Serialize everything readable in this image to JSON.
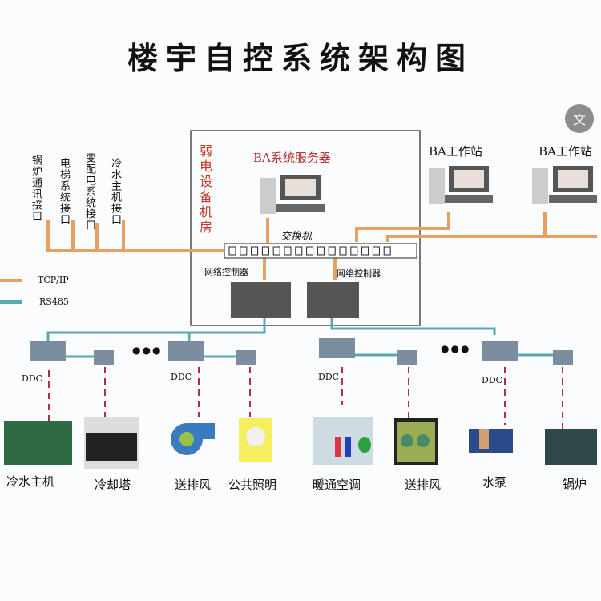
{
  "title": "楼宇自控系统架构图",
  "interfaces": [
    "锅炉通讯接口",
    "电梯系统接口",
    "变配电系统接口",
    "冷水主机接口"
  ],
  "legend": [
    {
      "label": "TCP/IP",
      "color": "#e8a060"
    },
    {
      "label": "RS485",
      "color": "#5aa8b0"
    }
  ],
  "room_label": "弱电设备机房",
  "server_label": "BA系统服务器",
  "switch_label": "交换机",
  "network_controllers": [
    "网络控制器",
    "网络控制器"
  ],
  "workstations": [
    "BA工作站",
    "BA工作站"
  ],
  "ddc_label": "DDC",
  "ellipsis": "●●●",
  "devices": [
    "冷水主机",
    "冷却塔",
    "送排风",
    "公共照明",
    "暖通空调",
    "送排风",
    "水泵",
    "锅炉"
  ],
  "translate_icon": "文",
  "colors": {
    "tcp": "#e8a060",
    "rs485": "#5aa8b0",
    "dashed": "#b03040",
    "room_text": "#c0392b"
  }
}
